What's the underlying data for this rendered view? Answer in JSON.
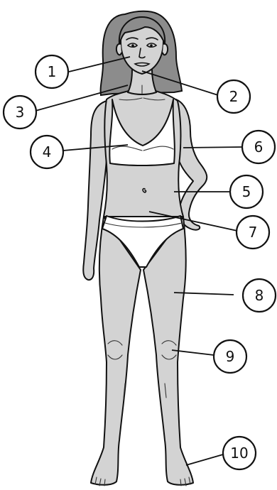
{
  "diagram": {
    "colors": {
      "skin": "#d3d3d3",
      "hair": "#8c8c8c",
      "outline": "#111111",
      "clothing": "#ffffff"
    },
    "callouts": [
      {
        "label": "1"
      },
      {
        "label": "2"
      },
      {
        "label": "3"
      },
      {
        "label": "4"
      },
      {
        "label": "5"
      },
      {
        "label": "6"
      },
      {
        "label": "7"
      },
      {
        "label": "8"
      },
      {
        "label": "9"
      },
      {
        "label": "10"
      }
    ]
  }
}
